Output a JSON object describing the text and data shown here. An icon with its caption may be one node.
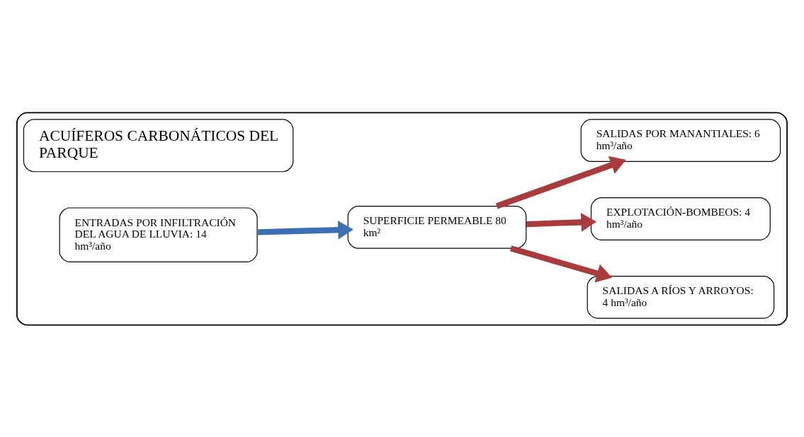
{
  "diagram": {
    "nodes": [
      {
        "text": [],
        "shape": "box"
      },
      {
        "text": [
          "ACUÍFEROS CARBONÁTICOS DEL PARQUE"
        ],
        "in": 0
      },
      {
        "text": [
          "ENTRADAS POR INFILTRACIÓN DEL AGUA DE LLUVIA: 14 hm³/año"
        ],
        "in": 0
      },
      {
        "text": [
          "SUPERFICIE PERMEABLE 80 km²"
        ],
        "in": 0
      },
      {
        "text": [
          "SALIDAS A RÍOS Y ARROYOS: 4 hm³/año"
        ],
        "in": 0
      },
      {
        "text": [
          "EXPLOTACIÓN-BOMBEOS: 4 hm³/año"
        ],
        "in": 0
      },
      {
        "text": [
          "SALIDAS POR MANANTIALES: 6 hm³/año"
        ],
        "in": 0
      }
    ],
    "edges": [
      {
        "from": 2,
        "to": 3,
        "arrow": "to",
        "color": "#3c6fb4"
      },
      {
        "from": 3,
        "to": 4,
        "arrow": "to"
      },
      {
        "from": 3,
        "to": 5,
        "arrow": "to"
      },
      {
        "from": 3,
        "to": 6,
        "arrow": "to"
      }
    ]
  }
}
